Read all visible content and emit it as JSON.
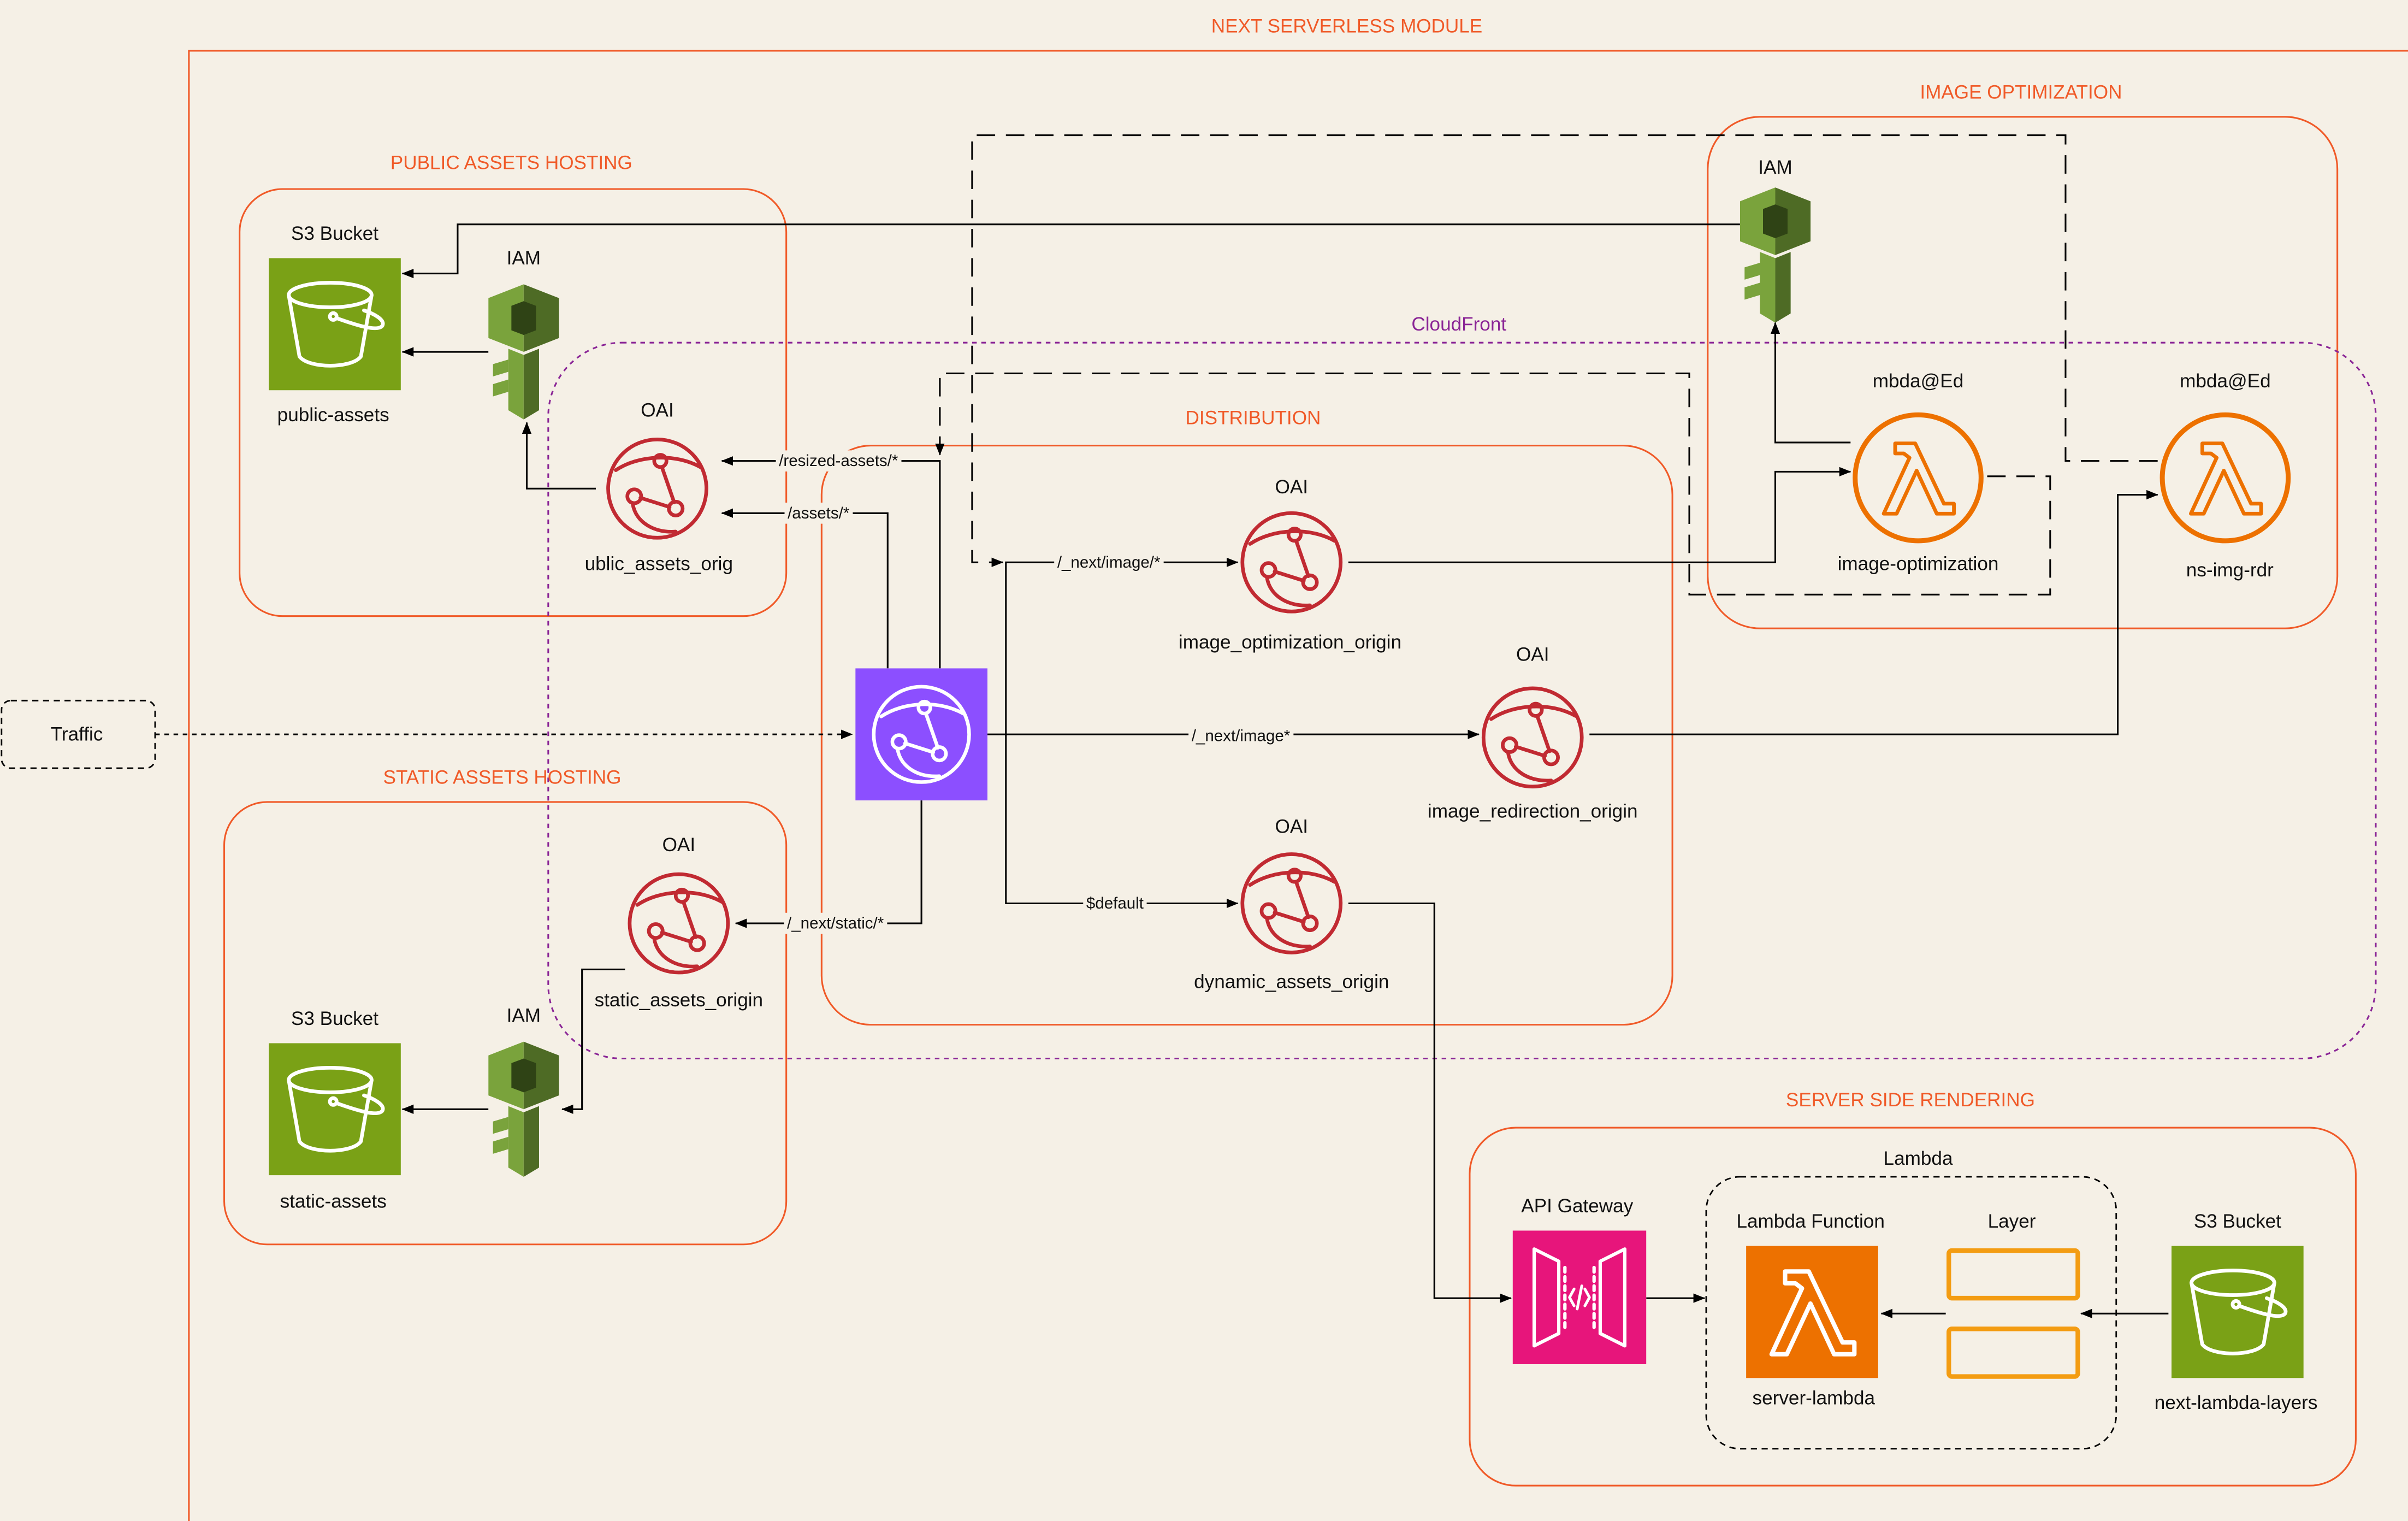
{
  "module": {
    "title": "NEXT SERVERLESS MODULE"
  },
  "traffic": {
    "label": "Traffic"
  },
  "public_assets_hosting": {
    "title": "PUBLIC ASSETS HOSTING",
    "bucket": {
      "type": "S3 Bucket",
      "name": "public-assets"
    },
    "iam": {
      "label": "IAM"
    },
    "oai": {
      "label": "OAI",
      "name": "ublic_assets_orig"
    }
  },
  "static_assets_hosting": {
    "title": "STATIC ASSETS HOSTING",
    "bucket": {
      "type": "S3 Bucket",
      "name": "static-assets"
    },
    "iam": {
      "label": "IAM"
    },
    "oai": {
      "label": "OAI",
      "name": "static_assets_origin"
    }
  },
  "cloudfront": {
    "title": "CloudFront"
  },
  "distribution": {
    "title": "DISTRIBUTION",
    "origins": [
      {
        "label": "OAI",
        "name": "image_optimization_origin"
      },
      {
        "label": "OAI",
        "name": "image_redirection_origin"
      },
      {
        "label": "OAI",
        "name": "dynamic_assets_origin"
      }
    ]
  },
  "routes": {
    "resized_assets": "/resized-assets/*",
    "assets": "/assets/*",
    "next_image_optimization": "/_next/image/*",
    "next_image_redirection": "/_next/image*",
    "default": "$default",
    "next_static": "/_next/static/*"
  },
  "image_optimization": {
    "title": "IMAGE OPTIMIZATION",
    "iam": {
      "label": "IAM"
    },
    "functions": [
      {
        "type": "mbda@Ed",
        "name": "image-optimization"
      },
      {
        "type": "mbda@Ed",
        "name": "ns-img-rdr"
      }
    ]
  },
  "server_side_rendering": {
    "title": "SERVER SIDE RENDERING",
    "api_gateway": {
      "label": "API Gateway"
    },
    "lambda_group": {
      "title": "Lambda"
    },
    "lambda_function": {
      "type": "Lambda Function",
      "name": "server-lambda"
    },
    "layer": {
      "label": "Layer"
    },
    "bucket": {
      "type": "S3 Bucket",
      "name": "next-lambda-layers"
    }
  },
  "colors": {
    "background": "#f5f0e6",
    "group": "#f05a28",
    "cloudfront": "#8a2596",
    "s3": "#7aa116",
    "iam_light": "#7aa33c",
    "iam_dark": "#4e6b25",
    "origin": "#c12a32",
    "distribution": "#8c4fff",
    "lambda": "#ed7100",
    "api_gateway": "#e7157b",
    "layer": "#f39c12"
  }
}
